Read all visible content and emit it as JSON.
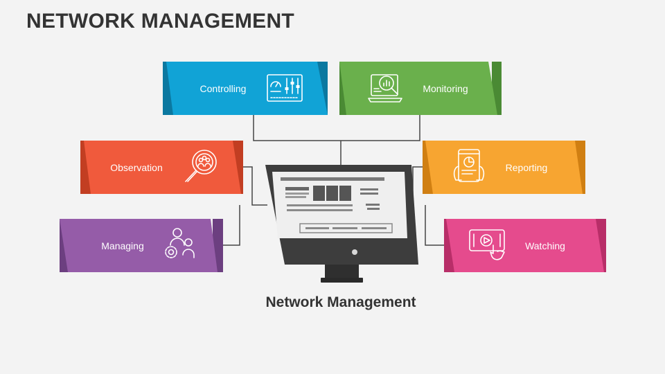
{
  "title": "NETWORK MANAGEMENT",
  "center_label": "Network Management",
  "items": [
    {
      "label": "Controlling",
      "color": "#11a3d6",
      "shade": "#0b78a0",
      "icon": "control-panel-icon"
    },
    {
      "label": "Monitoring",
      "color": "#6ab04c",
      "shade": "#4a8a34",
      "icon": "monitoring-magnifier-icon"
    },
    {
      "label": "Observation",
      "color": "#f05a3c",
      "shade": "#c23e22",
      "icon": "observation-magnifier-icon"
    },
    {
      "label": "Reporting",
      "color": "#f7a531",
      "shade": "#d07f12",
      "icon": "report-tablet-icon"
    },
    {
      "label": "Managing",
      "color": "#955ca8",
      "shade": "#6c3f80",
      "icon": "team-gear-icon"
    },
    {
      "label": "Watching",
      "color": "#e54b8d",
      "shade": "#b82e68",
      "icon": "video-touch-icon"
    }
  ],
  "colors": {
    "connector": "#444444",
    "monitor": "#3d3d3d",
    "screen": "#efefef"
  }
}
